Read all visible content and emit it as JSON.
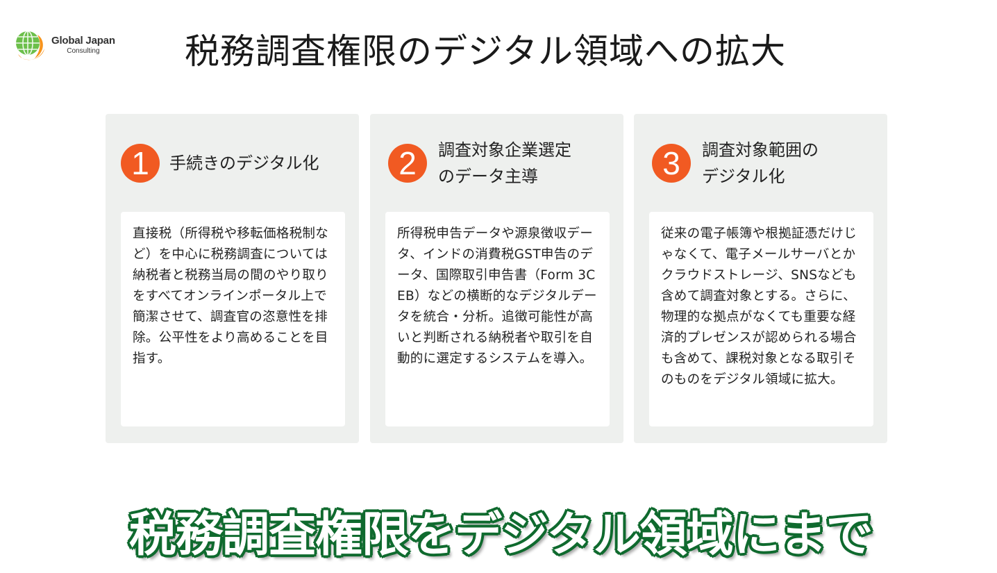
{
  "logo": {
    "line1": "Global Japan",
    "line2": "Consulting",
    "icon": "globe-swoosh-icon",
    "colors": {
      "globe": "#4caf50",
      "swoosh": "#f7941d"
    }
  },
  "title": "税務調査権限のデジタル領域への拡大",
  "accent_color": "#f15a22",
  "cards": [
    {
      "number": "1",
      "title": "手続きのデジタル化",
      "body": "直接税（所得税や移転価格税制など）を中心に税務調査については納税者と税務当局の間のやり取りをすべてオンラインポータル上で簡潔させて、調査官の恣意性を排除。公平性をより高めることを目指す。"
    },
    {
      "number": "2",
      "title": "調査対象企業選定\n のデータ主導",
      "body": "所得税申告データや源泉徴収データ、インドの消費税GST申告のデータ、国際取引申告書（Form 3CEB）などの横断的なデジタルデータを統合・分析。追徴可能性が高いと判断される納税者や取引を自動的に選定するシステムを導入。"
    },
    {
      "number": "3",
      "title": "調査対象範囲の\n  デジタル化",
      "body": "従来の電子帳簿や根拠証憑だけじゃなくて、電子メールサーバとかクラウドストレージ、SNSなども含めて調査対象とする。さらに、物理的な拠点がなくても重要な経済的プレゼンスが認められる場合も含めて、課税対象となる取引そのものをデジタル領域に拡大。"
    }
  ],
  "subtitle": {
    "text": "税務調査権限をデジタル領域にまで",
    "fill_color": "#ffffff",
    "outline_color": "#0f6a2e"
  }
}
